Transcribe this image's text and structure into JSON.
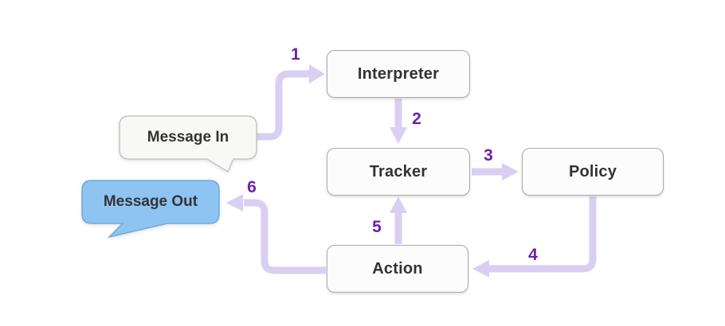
{
  "diagram": {
    "nodes": [
      {
        "id": "interpreter",
        "label": "Interpreter"
      },
      {
        "id": "tracker",
        "label": "Tracker"
      },
      {
        "id": "policy",
        "label": "Policy"
      },
      {
        "id": "action",
        "label": "Action"
      }
    ],
    "bubbles": [
      {
        "id": "message-in",
        "label": "Message In"
      },
      {
        "id": "message-out",
        "label": "Message Out"
      }
    ],
    "steps": [
      {
        "number": "1",
        "from": "message-in",
        "to": "interpreter"
      },
      {
        "number": "2",
        "from": "interpreter",
        "to": "tracker"
      },
      {
        "number": "3",
        "from": "tracker",
        "to": "policy"
      },
      {
        "number": "4",
        "from": "policy",
        "to": "action"
      },
      {
        "number": "5",
        "from": "action",
        "to": "tracker"
      },
      {
        "number": "6",
        "from": "action",
        "to": "message-out"
      }
    ],
    "colors": {
      "arrow": "#d9cff2",
      "step_number": "#6b21a8",
      "node_fill": "#fcfcfc",
      "node_border": "#a9a9a9",
      "bubble_in_fill": "#f8f8f7",
      "bubble_in_border": "#c5c5c3",
      "bubble_out_fill": "#8dc4f1",
      "bubble_out_border": "#6ea9dd",
      "label_text": "#333333"
    }
  }
}
